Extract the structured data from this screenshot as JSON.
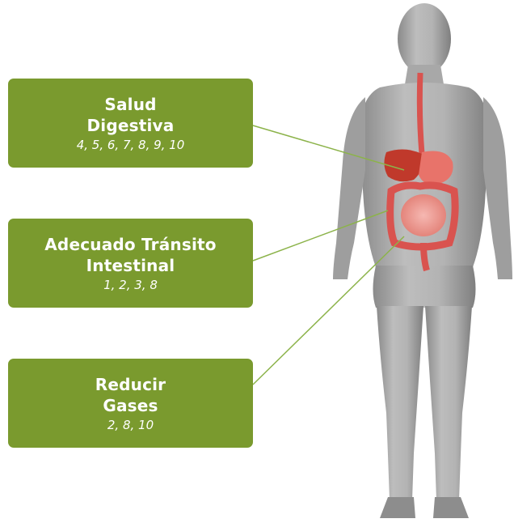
{
  "boxes": [
    {
      "title_line1": "Salud",
      "title_line2": "Digestiva",
      "refs": "4, 5, 6, 7, 8, 9, 10"
    },
    {
      "title_line1": "Adecuado Tránsito",
      "title_line2": "Intestinal",
      "refs": "1, 2, 3, 8"
    },
    {
      "title_line1": "Reducir",
      "title_line2": "Gases",
      "refs": "2, 8, 10"
    }
  ],
  "colors": {
    "box_green": "#7a9a2e",
    "connector_green": "#8cb34a",
    "body_gray": "#9a9a9a",
    "organ_red": "#d9534f"
  },
  "icons": [
    "human-body-figure",
    "digestive-system-icon"
  ]
}
